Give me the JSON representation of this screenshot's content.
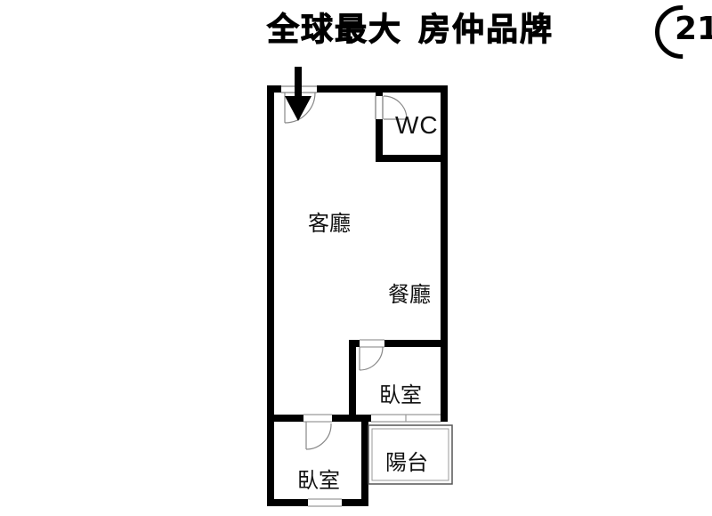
{
  "banner": {
    "slogan_part1": "全球最大",
    "slogan_part2": "房仲品牌",
    "logo_text": "21"
  },
  "rooms": {
    "wc": "WC",
    "living_room": "客廳",
    "dining_room": "餐廳",
    "bedroom_right": "臥室",
    "bedroom_left": "臥室",
    "balcony": "陽台"
  },
  "colors": {
    "wall": "#000000",
    "door_swing": "#888888",
    "window": "#9a9a9a",
    "background": "#ffffff"
  },
  "icons": {
    "entrance": "down-arrow-icon"
  }
}
